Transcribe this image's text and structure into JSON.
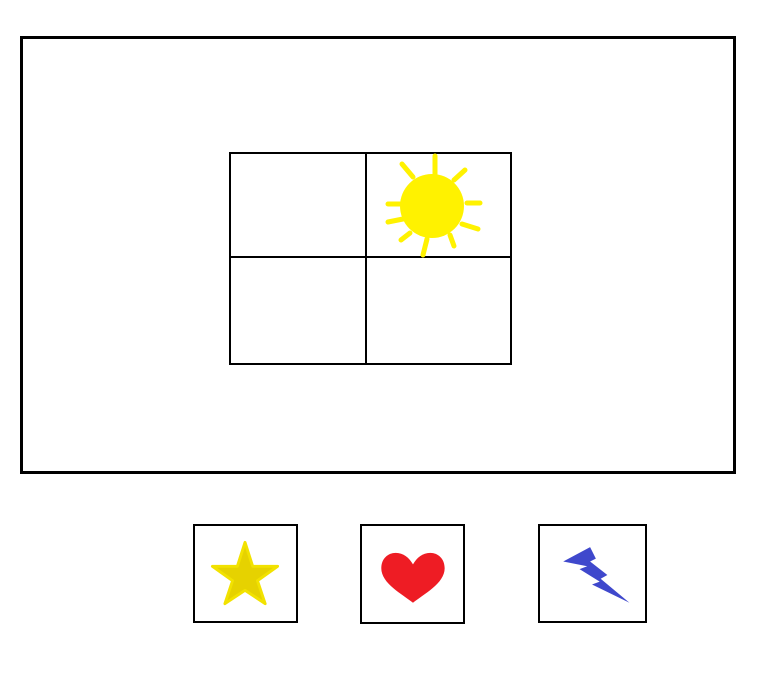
{
  "board": {
    "grid": {
      "rows": 2,
      "cols": 2,
      "cells": [
        {
          "position": "top-left",
          "content": null
        },
        {
          "position": "top-right",
          "content": "sun-icon"
        },
        {
          "position": "bottom-left",
          "content": null
        },
        {
          "position": "bottom-right",
          "content": null
        }
      ]
    }
  },
  "tray": {
    "items": [
      {
        "icon": "star-icon",
        "color": "#e6d200",
        "outline": "#f2e200"
      },
      {
        "icon": "heart-icon",
        "color": "#ee1c24"
      },
      {
        "icon": "lightning-bolt-icon",
        "color": "#3f48cc"
      }
    ]
  },
  "colors": {
    "sun": "#fff200",
    "border": "#000000",
    "background": "#ffffff"
  }
}
